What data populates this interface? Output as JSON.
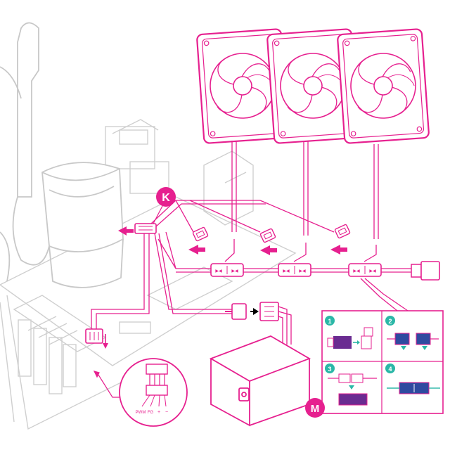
{
  "callouts": {
    "k": "K",
    "m": "M"
  },
  "steps": [
    "1",
    "2",
    "3",
    "4"
  ],
  "pin_labels": {
    "pwm": "PWM",
    "fg": "FG",
    "plus": "+",
    "minus": "−"
  },
  "colors": {
    "accent": "#e6208f",
    "accent_light": "#f3a6cf",
    "gray_line": "#c8c8c8",
    "teal": "#2bb7a7",
    "purple": "#6a2c91",
    "blue": "#2f4aa0"
  },
  "icons": {
    "fan": "case-fan-icon",
    "arrow": "arrow-icon"
  }
}
